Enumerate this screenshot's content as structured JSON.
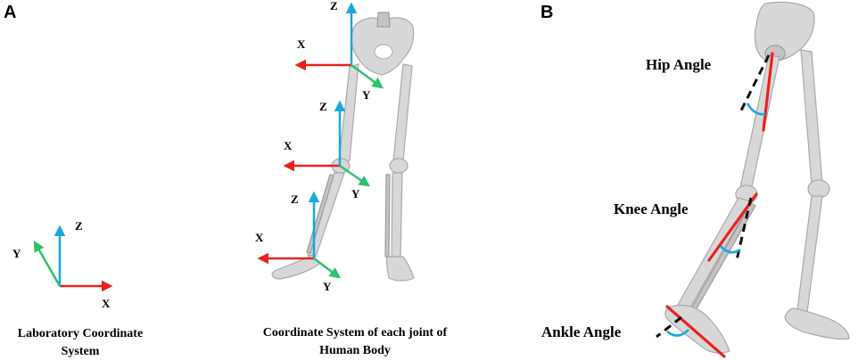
{
  "panels": {
    "a_letter": "A",
    "b_letter": "B"
  },
  "axes": {
    "x": "X",
    "y": "Y",
    "z": "Z"
  },
  "captions": {
    "lab_line1": "Laboratory Coordinate",
    "lab_line2": "System",
    "joint_line1": "Coordinate System of each joint of",
    "joint_line2": "Human Body"
  },
  "angles": {
    "hip": "Hip Angle",
    "knee": "Knee Angle",
    "ankle": "Ankle Angle"
  },
  "colors": {
    "x_axis": "#e8231c",
    "y_axis": "#2bc46a",
    "z_axis": "#19a7e0",
    "segment_line": "#e8231c",
    "reference_line": "#111111",
    "angle_arc": "#19a7e0"
  }
}
